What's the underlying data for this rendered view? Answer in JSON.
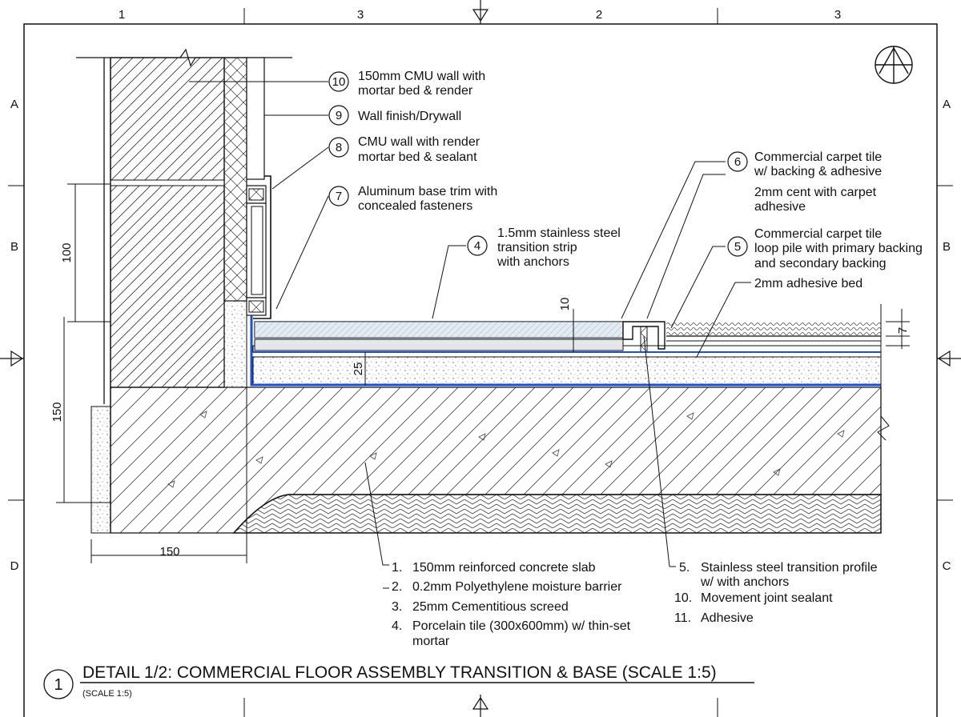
{
  "grid": {
    "top": [
      "1",
      "3",
      "2",
      "3"
    ],
    "left": [
      "A",
      "B",
      "D"
    ],
    "right": [
      "A",
      "B",
      "C"
    ]
  },
  "callouts": [
    {
      "num": "10",
      "line1": "150mm CMU wall with",
      "line2": "mortar bed & render"
    },
    {
      "num": "9",
      "line1": "Wall finish/Drywall",
      "line2": ""
    },
    {
      "num": "8",
      "line1": "CMU wall with render",
      "line2": "mortar bed & sealant"
    },
    {
      "num": "7",
      "line1": "Aluminum base trim with",
      "line2": "concealed fasteners"
    },
    {
      "num": "4",
      "line1": "1.5mm stainless steel",
      "line2": "transition strip",
      "line3": "with anchors"
    },
    {
      "num": "6",
      "line1": "Commercial carpet tile",
      "line2": "w/ backing & adhesive",
      "line3": "2mm cent with carpet",
      "line4": "adhesive"
    },
    {
      "num": "5",
      "line1": "Commercial carpet tile",
      "line2": "loop pile with primary backing",
      "line3": "and secondary backing",
      "line4": "2mm adhesive bed"
    }
  ],
  "dimensions": {
    "d100": "100",
    "d150v": "150",
    "d150h": "150",
    "d10": "10",
    "d25": "25",
    "d7": "7"
  },
  "notes_left": [
    {
      "n": "1.",
      "t": "150mm reinforced concrete slab"
    },
    {
      "n": "2.",
      "t": "0.2mm Polyethylene moisture barrier"
    },
    {
      "n": "3.",
      "t": "25mm Cementitious screed"
    },
    {
      "n": "4.",
      "t": "Porcelain tile (300x600mm) w/ thin-set",
      "t2": "mortar"
    }
  ],
  "notes_right": [
    {
      "n": "5.",
      "t": "Stainless steel transition profile",
      "t2": "w/ with anchors"
    },
    {
      "n": "10.",
      "t": "Movement joint sealant"
    },
    {
      "n": "11.",
      "t": "Adhesive"
    }
  ],
  "title": {
    "num": "1",
    "text": "DETAIL 1/2: COMMERCIAL FLOOR ASSEMBLY TRANSITION & BASE (SCALE 1:5)",
    "scale": "(SCALE 1:5)"
  },
  "colors": {
    "line": "#1a1a1a",
    "membrane": "#1e4fd0",
    "tile": "#c9d8e4"
  }
}
